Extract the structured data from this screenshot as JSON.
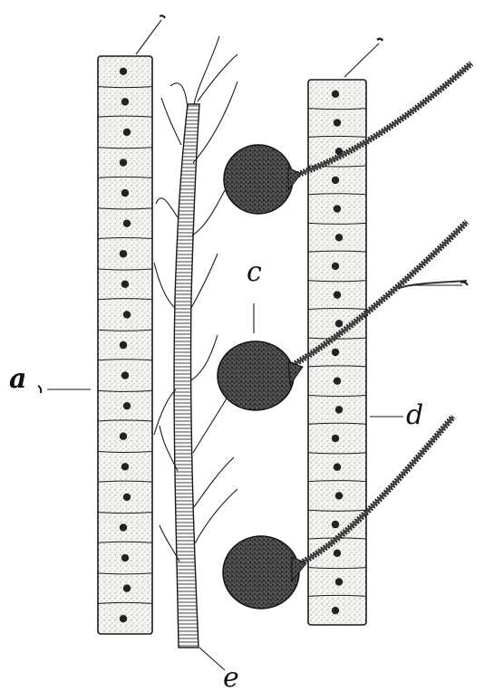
{
  "labels": {
    "a": "a",
    "c": "c",
    "d": "d",
    "e": "e"
  },
  "colors": {
    "ink": "#1a1a1a",
    "paper": "#ffffff",
    "cell_fill": "#f3f3f0",
    "nucleus": "#222222",
    "cell_body": "#3a3a3a"
  }
}
